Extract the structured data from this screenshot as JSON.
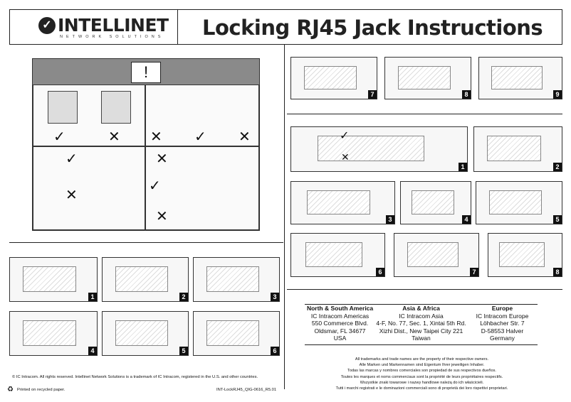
{
  "header": {
    "brand": "INTELLINET",
    "brand_sub": "NETWORK SOLUTIONS",
    "title": "Locking RJ45 Jack Instructions"
  },
  "icons": {
    "logo": "check-circle-logo",
    "warning": "warning-triangle-icon",
    "recycle": "recycle-icon",
    "correct": "checkmark-icon",
    "wrong": "x-mark-icon"
  },
  "symbols": {
    "warning": "!",
    "check": "✓",
    "cross": "✕"
  },
  "left_steps": [
    "1",
    "2",
    "3",
    "4",
    "5",
    "6"
  ],
  "right_top_steps": [
    "7",
    "8",
    "9"
  ],
  "right_steps": [
    "1",
    "2",
    "3",
    "4",
    "5",
    "6",
    "7",
    "8"
  ],
  "contacts": [
    {
      "region": "North & South America",
      "lines": [
        "IC Intracom Americas",
        "550 Commerce Blvd.",
        "Oldsmar, FL 34677",
        "USA"
      ]
    },
    {
      "region": "Asia & Africa",
      "lines": [
        "IC Intracom Asia",
        "4-F, No. 77, Sec. 1, Xintai 5th Rd.",
        "Xizhi Dist., New Taipei City 221",
        "Taiwan"
      ]
    },
    {
      "region": "Europe",
      "lines": [
        "IC Intracom Europe",
        "Löhbacher Str. 7",
        "D-58553 Halver",
        "Germany"
      ]
    }
  ],
  "trademarks": [
    "All trademarks and trade names are the property of their respective owners.",
    "Alle Marken und Markennamen sind Eigentum Ihrer jeweiligen Inhaber.",
    "Todas las marcas y nombres comerciales son propiedad de sus respectivos dueños.",
    "Toutes les marques et noms commerciaux sont la propriété de leurs propriétaires respectifs.",
    "Wszystkie znaki towarowe i nazwy handlowe należą do ich właścicieli.",
    "Tutti i marchi registrati e le dominazioni commerciali sono di proprietà dei loro rispettivi proprietari."
  ],
  "footer": {
    "copyright": "© IC Intracom. All rights reserved. Intellinet Network Solutions is a trademark of IC Intracom, registered in the U.S. and other countries.",
    "recycled": "Printed on recycled paper.",
    "doc_code": "INT-LockRJ45_QIG-0616_R5.01"
  }
}
